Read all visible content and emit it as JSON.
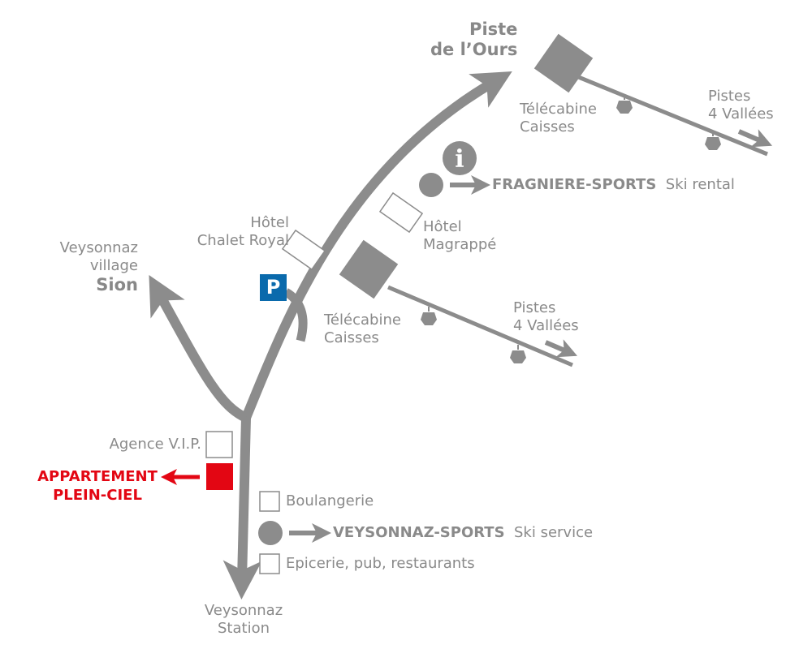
{
  "colors": {
    "road": "#8c8c8c",
    "text": "#8a8a8a",
    "highlight": "#e30613",
    "parking": "#0a6aac"
  },
  "labels": {
    "piste_ours": [
      "Piste",
      "de l’Ours"
    ],
    "telecabine_top": [
      "Télécabine",
      "Caisses"
    ],
    "pistes_top": [
      "Pistes",
      "4 Vallées"
    ],
    "fragniere": {
      "name": "FRAGNIERE-SPORTS",
      "desc": "Ski rental"
    },
    "hotel_magrappe": [
      "Hôtel",
      "Magrappé"
    ],
    "hotel_chalet": [
      "Hôtel",
      "Chalet Royal"
    ],
    "veysonnaz_village": [
      "Veysonnaz",
      "village"
    ],
    "sion": "Sion",
    "parking": "P",
    "telecabine_mid": [
      "Télécabine",
      "Caisses"
    ],
    "pistes_mid": [
      "Pistes",
      "4 Vallées"
    ],
    "agence": "Agence V.I.P.",
    "appartement": [
      "APPARTEMENT",
      "PLEIN-CIEL"
    ],
    "boulangerie": "Boulangerie",
    "veysonnaz_sports": {
      "name": "VEYSONNAZ-SPORTS",
      "desc": "Ski service"
    },
    "epicerie": "Epicerie, pub, restaurants",
    "station": [
      "Veysonnaz",
      "Station"
    ],
    "info": "i"
  }
}
